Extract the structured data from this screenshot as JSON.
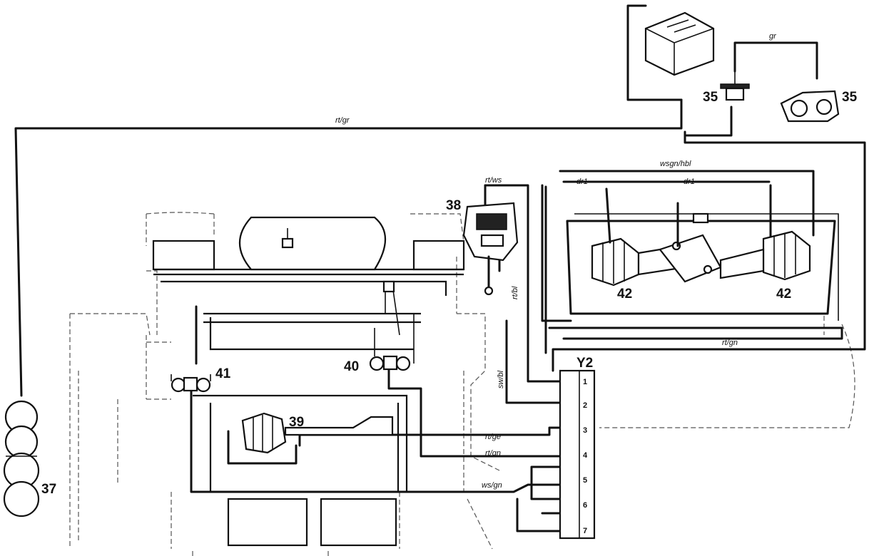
{
  "components": {
    "c35a": "35",
    "c35b": "35",
    "c37": "37",
    "c38": "38",
    "c39": "39",
    "c40": "40",
    "c41": "41",
    "c42a": "42",
    "c42b": "42",
    "y2": "Y2"
  },
  "valve_pins": [
    "1",
    "2",
    "3",
    "4",
    "5",
    "6",
    "7"
  ],
  "wire_labels": {
    "rt_gr_top": "rt/gr",
    "rt_ws": "rt/ws",
    "rt_bl": "rt/bl",
    "sw_bl": "sw/bl",
    "rt_gn_right": "rt/gn",
    "rt_ge": "rt/ge",
    "rt_gn_lower": "rt/gn",
    "ws_gn": "ws/gn",
    "wsgn_ws": "wsgn/hbl",
    "dr1_a": "dr1",
    "dr1_b": "dr1",
    "gr_top": "gr"
  },
  "colors": {
    "ink": "#111111",
    "paper": "#ffffff",
    "chassis": "#555555"
  }
}
